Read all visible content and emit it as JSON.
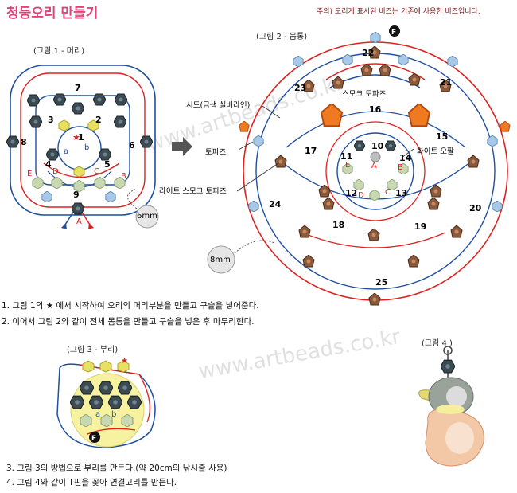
{
  "title": "청둥오리 만들기",
  "note": "주의) 오리게 표시된 비즈는 기존에 사용한 비즈입니다.",
  "figures": {
    "fig1_caption": "(그림 1 - 머리)",
    "fig2_caption": "(그림 2 - 몸통)",
    "fig3_caption": "(그림 3 - 부리)",
    "fig4_caption": "(그림 4 )"
  },
  "labels": {
    "fig1_numbers": [
      "7",
      "3",
      "2",
      "8",
      "1",
      "6",
      "4",
      "5",
      "9"
    ],
    "fig1_letters": [
      "E",
      "D",
      "C",
      "B",
      "A"
    ],
    "fig1_small": [
      "b",
      "a"
    ],
    "fig2_numbers": [
      "22",
      "23",
      "21",
      "16",
      "17",
      "15",
      "10",
      "11",
      "14",
      "12",
      "13",
      "24",
      "20",
      "18",
      "19",
      "25"
    ],
    "fig2_letters": [
      "A",
      "B",
      "C",
      "D",
      "E"
    ],
    "fig3_small": [
      "a",
      "b"
    ],
    "bead_6mm": "6mm",
    "bead_8mm": "8mm",
    "start_marker": "F"
  },
  "callouts": {
    "smoke_topaz_top": "스모크 토파즈",
    "seed_silver": "시드(금색 실버라인)",
    "topaz": "토파즈",
    "white_opal": "화이트 오팔",
    "light_smoke_topaz": "라이트 스모크 토파즈"
  },
  "instructions": {
    "step1": "1. 그림 1의 ★ 에서 시작하여 오리의 머리부분을 만들고 구슬을 넣어준다.",
    "step2": "2. 이어서 그림 2와 같이 전체 몸통을 만들고 구슬을 넣은 후 마무리한다.",
    "step3": "3. 그림 3의 방법으로 부리를 만든다.(약 20cm의 낚시줄 사용)",
    "step4": "4. 그림 4와 같이 T핀을 꽂아 연결고리를 만든다."
  },
  "watermark": "www.artbeads.co.kr",
  "colors": {
    "title": "#e0457a",
    "red_wire": "#e02020",
    "blue_wire": "#1f4fa0",
    "smoke_topaz": "#8a5a3c",
    "dark_bead": "#3c4a52",
    "yellow_bead": "#e8e060",
    "topaz_orange": "#f07a20",
    "light_blue_bead": "#a8c8e8",
    "pale_green_bead": "#c8d8b0"
  }
}
